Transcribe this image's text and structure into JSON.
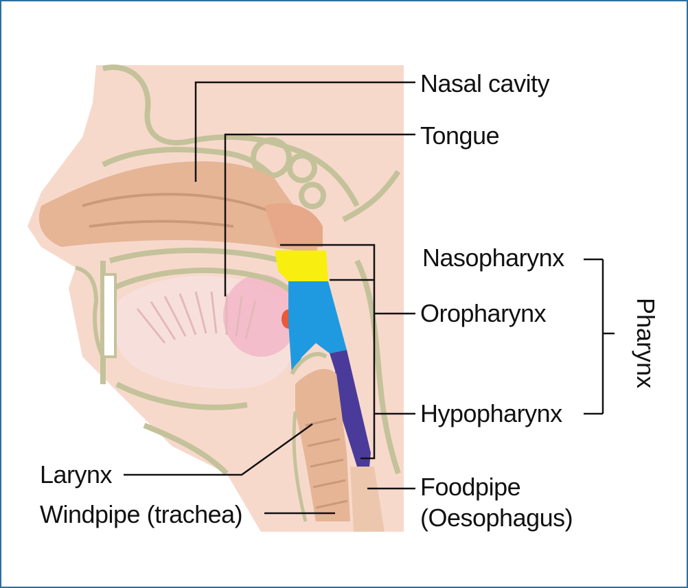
{
  "labels": {
    "nasal_cavity": "Nasal cavity",
    "tongue": "Tongue",
    "nasopharynx": "Nasopharynx",
    "oropharynx": "Oropharynx",
    "hypopharynx": "Hypopharynx",
    "pharynx": "Pharynx",
    "larynx": "Larynx",
    "windpipe": "Windpipe (trachea)",
    "foodpipe_line1": "Foodpipe",
    "foodpipe_line2": "(Oesophagus)"
  },
  "colors": {
    "frame": "#2d6f9c",
    "skin": "#f7d9cc",
    "tissue": "#e6b596",
    "bone_outline": "#c4c29a",
    "nasopharynx": "#f8ee10",
    "oropharynx": "#1f9ae0",
    "hypopharynx": "#4a3b9a",
    "tongue": "#f2b4c7",
    "leader_line": "#111111"
  }
}
